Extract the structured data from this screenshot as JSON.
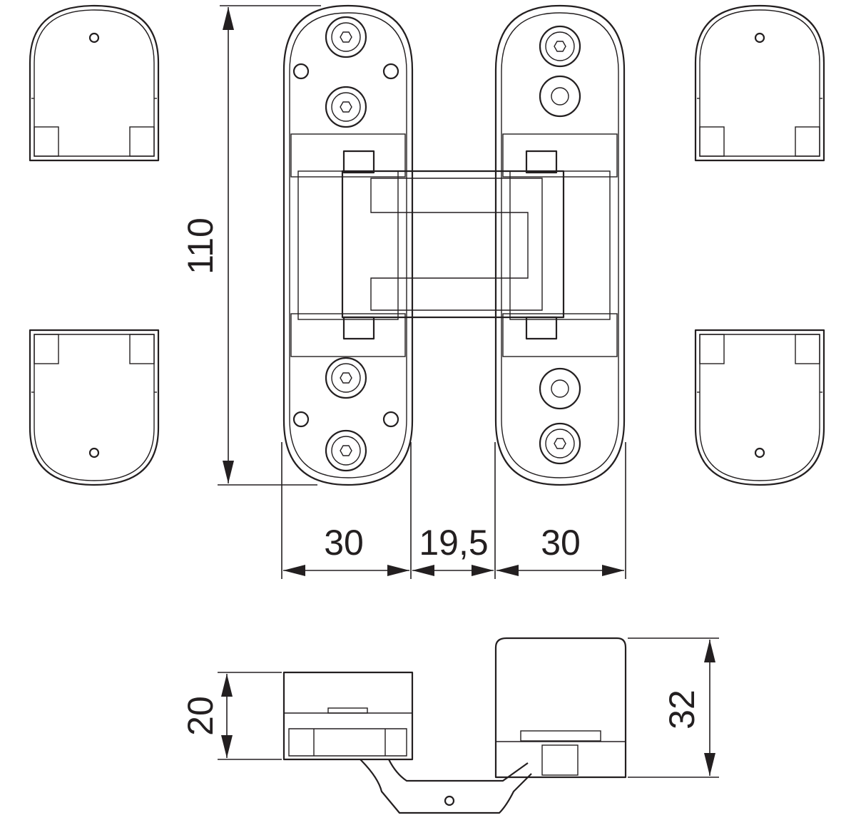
{
  "dimensions": {
    "height": "110",
    "left_width": "30",
    "gap": "19,5",
    "right_width": "30",
    "side_left_depth": "20",
    "side_right_depth": "32"
  }
}
